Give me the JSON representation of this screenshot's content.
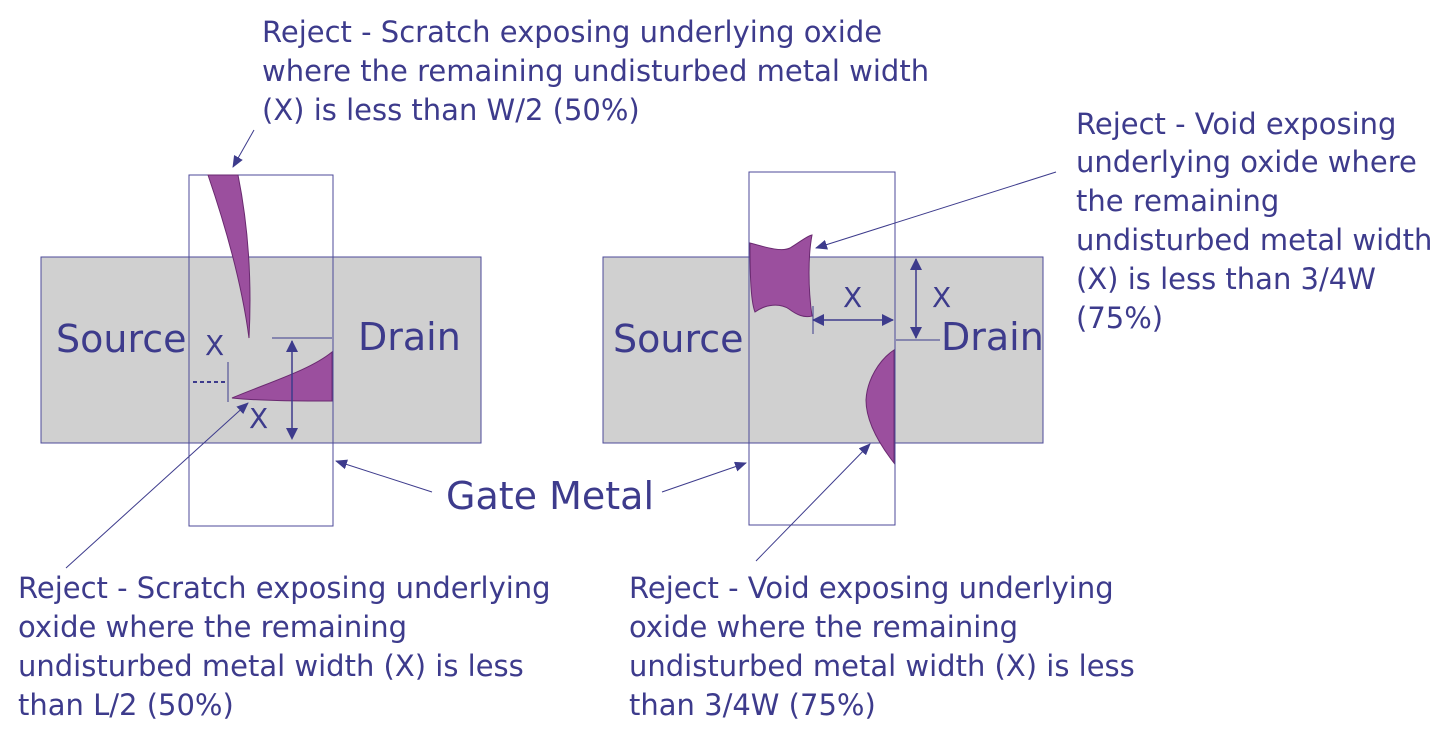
{
  "colors": {
    "text": "#3d3b8c",
    "region_fill": "#d0d0d0",
    "region_stroke": "#4c4a98",
    "defect_fill": "#9b4f9e",
    "defect_stroke": "#6a2a70",
    "background": "#ffffff"
  },
  "left_device": {
    "source_label": "Source",
    "drain_label": "Drain",
    "x_label_vertical_gap": "X",
    "x_label_horizontal_gap": "X"
  },
  "right_device": {
    "source_label": "Source",
    "drain_label": "Drain",
    "x_label_horizontal": "X",
    "x_label_vertical": "X"
  },
  "gate_metal_label": "Gate Metal",
  "annotations": {
    "top_left": {
      "lines": [
        "Reject - Scratch exposing underlying oxide",
        "where the remaining undisturbed metal width",
        "(X) is less than W/2 (50%)"
      ]
    },
    "top_right": {
      "lines": [
        "Reject - Void exposing",
        "underlying oxide where",
        "the remaining",
        "undisturbed metal width",
        "(X) is less than 3/4W",
        "(75%)"
      ]
    },
    "bottom_left": {
      "lines": [
        "Reject - Scratch exposing underlying",
        "oxide where the remaining",
        "undisturbed metal width (X) is less",
        "than L/2 (50%)"
      ]
    },
    "bottom_right": {
      "lines": [
        "Reject - Void exposing underlying",
        "oxide where the remaining",
        "undisturbed metal width (X) is less",
        "than 3/4W (75%)"
      ]
    }
  }
}
